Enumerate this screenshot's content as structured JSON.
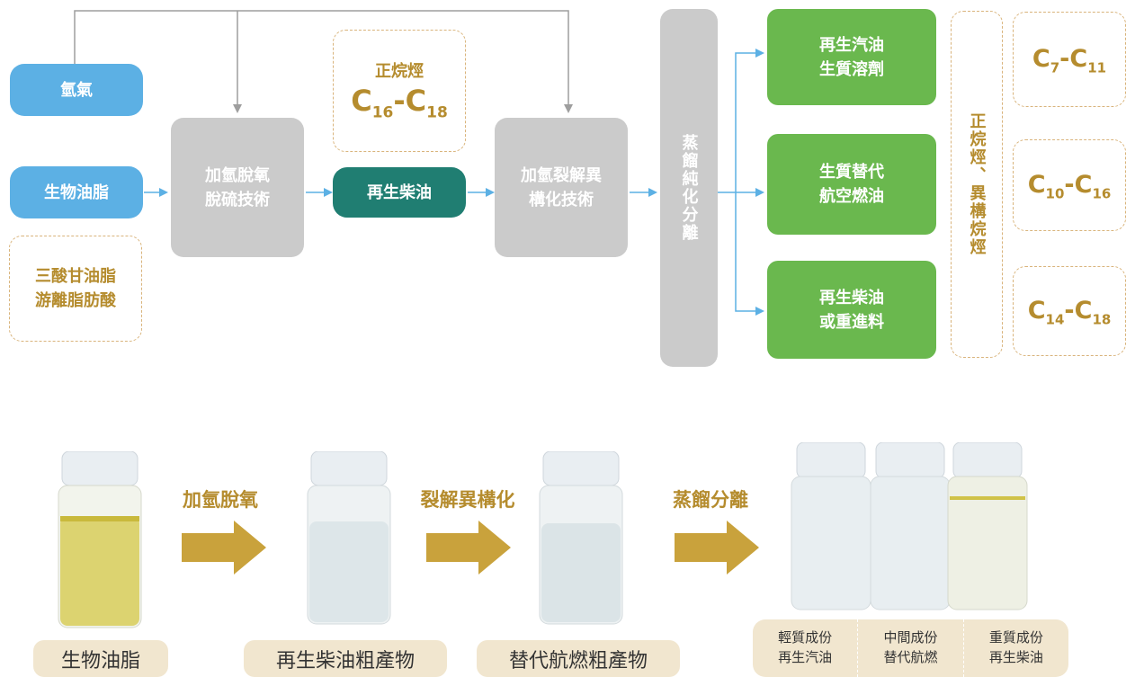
{
  "inputs": {
    "hydrogen": "氫氣",
    "bio_oil": "生物油脂",
    "bio_oil_components": [
      "三酸甘油脂",
      "游離脂肪酸"
    ]
  },
  "processes": {
    "hdo": [
      "加氫脫氧",
      "脫硫技術"
    ],
    "hc": [
      "加氫裂解異",
      "構化技術"
    ],
    "distillation": "蒸餾純化分離"
  },
  "intermediate": {
    "name": "再生柴油",
    "alkane_label": "正烷烴",
    "carbon_range": {
      "main": "C",
      "sub1": "16",
      "dash": "-",
      "sub2": "18"
    }
  },
  "products": [
    {
      "lines": [
        "再生汽油",
        "生質溶劑"
      ],
      "c": "C",
      "a": "7",
      "b": "11"
    },
    {
      "lines": [
        "生質替代",
        "航空燃油"
      ],
      "c": "C",
      "a": "10",
      "b": "16"
    },
    {
      "lines": [
        "再生柴油",
        "或重進料"
      ],
      "c": "C",
      "a": "14",
      "b": "18"
    }
  ],
  "product_type_label": "正烷烴、異構烷烴",
  "photo_row": {
    "steps": [
      "加氫脫氧",
      "裂解異構化",
      "蒸餾分離"
    ],
    "vial_labels": [
      "生物油脂",
      "再生柴油粗產物",
      "替代航燃粗產物"
    ],
    "fractions": [
      {
        "line1": "輕質成份",
        "line2": "再生汽油"
      },
      {
        "line1": "中間成份",
        "line2": "替代航燃"
      },
      {
        "line1": "重質成份",
        "line2": "再生柴油"
      }
    ]
  },
  "colors": {
    "blue": "#5cb0e4",
    "grey": "#cbcbcb",
    "teal": "#207e72",
    "green": "#6ab84e",
    "gold": "#b58c2e",
    "arrow_gold": "#c9a23c"
  }
}
